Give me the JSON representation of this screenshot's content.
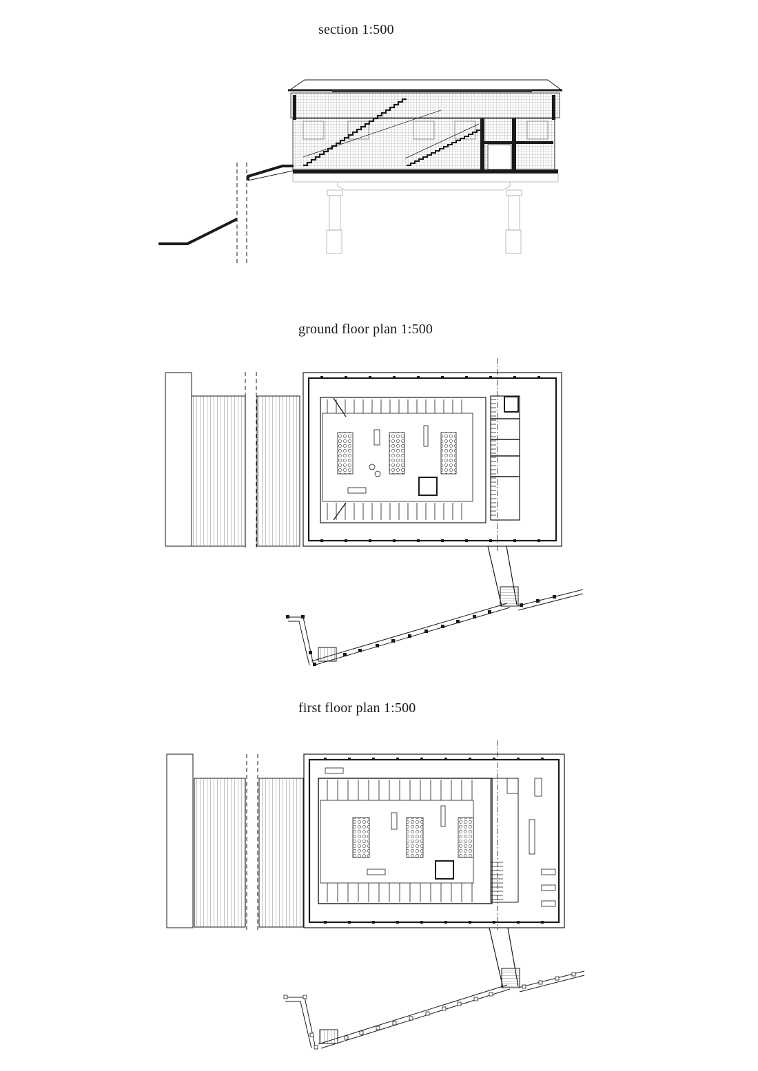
{
  "drawings": {
    "section": {
      "title": "section 1:500"
    },
    "ground": {
      "title": "ground  floor plan 1:500"
    },
    "first": {
      "title": "first floor plan 1:500"
    }
  },
  "colors": {
    "line": "#1a1a1a",
    "light": "#9a9a9a",
    "paper": "#ffffff"
  }
}
